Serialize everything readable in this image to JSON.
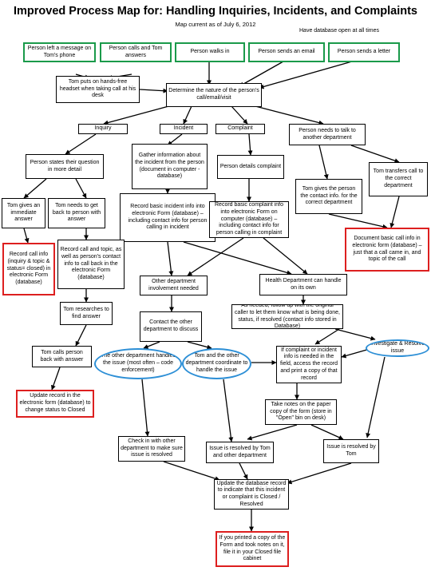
{
  "header": {
    "title": "Improved Process Map for:  Handling Inquiries, Incidents, and Complaints",
    "subtitle": "Map current as of July 6, 2012",
    "db_note": "Have database open at all times"
  },
  "nodes": {
    "left_message": "Person left a message on Tom's phone",
    "calls_tom": "Person calls and Tom answers",
    "walks_in": "Person walks in",
    "sends_email": "Person sends an email",
    "sends_letter": "Person sends a letter",
    "hands_free": "Tom puts on hands-free headset when taking call at his desk",
    "determine_nature": "Determine the nature of the person's call/email/visit",
    "inquiry": "Inquiry",
    "incident": "Incident",
    "complaint": "Complaint",
    "talk_other_dept": "Person needs to talk to another department",
    "states_question": "Person states their question in more detail",
    "gather_info": "Gather information about the incident from the person (document in computer - database)",
    "details_complaint": "Person details complaint",
    "gives_contact": "Tom gives the person the contact info. for the correct department",
    "transfers_call": "Tom transfers call to the correct department",
    "immediate_answer": "Tom gives an immediate answer",
    "get_back": "Tom needs to get back to person with answer",
    "record_incident": "Record basic incident info into electronic Form (database) – including contact info for person calling in incident",
    "record_complaint": "Record basic complaint info into electronic Form on computer (database) – including contact info for person calling in complaint",
    "document_basic": "Document basic call info in electronic form (database) – just that a call came in, and topic of the call",
    "record_call_info": "Record call info (inquiry & topic & status= closed) in electronic Form (database)",
    "record_call_topic": "Record call and topic, as well as person's contact info to call back in the electronic Form (database)",
    "other_dept_needed": "Other department involvement needed",
    "health_dept": "Health Department can handle on its own",
    "researches": "Tom researches to find answer",
    "contact_other_dept": "Contact the other department to discuss",
    "follow_up": "As needed, follow up with the original caller to let them know what is being done, status, if resolved (contact info stored in Database)",
    "calls_back": "Tom calls person back with answer",
    "other_dept_handles": "The other department handles the issue (most often – code enforcement)",
    "coordinate": "Tom and the other department coordinate to handle the issue",
    "field_needed": "If complaint or incident info is needed in the field, access the record and print a copy of that record",
    "investigate": "Investigate & Resolve issue",
    "update_closed": "Update record in the electronic form (database) to change status to Closed",
    "take_notes": "Take notes on the paper copy of the form (store in \"Open\" bin on desk)",
    "check_in": "Check in with other department to make sure issue is resolved",
    "resolved_both": "Issue is resolved by Tom and other department",
    "resolved_tom": "Issue is resolved by Tom",
    "update_database": "Update the database record to indicate that this incident or complaint is Closed / Resolved",
    "file_cabinet": "If you printed a copy of the Form and took notes on it, file it in your Closed file cabinet"
  }
}
